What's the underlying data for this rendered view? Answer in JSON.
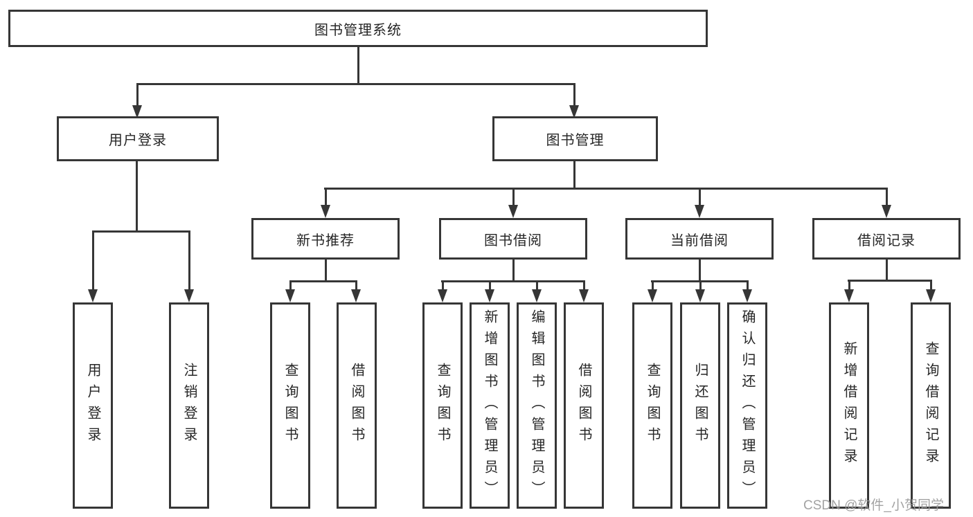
{
  "diagram": {
    "title": "图书管理系统",
    "root": {
      "label": "图书管理系统"
    },
    "level1": [
      {
        "label": "用户登录"
      },
      {
        "label": "图书管理"
      }
    ],
    "level2": [
      {
        "label": "新书推荐",
        "parent": "图书管理"
      },
      {
        "label": "图书借阅",
        "parent": "图书管理"
      },
      {
        "label": "当前借阅",
        "parent": "图书管理"
      },
      {
        "label": "借阅记录",
        "parent": "图书管理"
      }
    ],
    "leaves": [
      {
        "label": "用户登录",
        "parent": "用户登录"
      },
      {
        "label": "注销登录",
        "parent": "用户登录"
      },
      {
        "label": "查询图书",
        "parent": "新书推荐"
      },
      {
        "label": "借阅图书",
        "parent": "新书推荐"
      },
      {
        "label": "查询图书",
        "parent": "图书借阅"
      },
      {
        "label": "新增图书（管理员）",
        "parent": "图书借阅"
      },
      {
        "label": "编辑图书（管理员）",
        "parent": "图书借阅"
      },
      {
        "label": "借阅图书",
        "parent": "图书借阅"
      },
      {
        "label": "查询图书",
        "parent": "当前借阅"
      },
      {
        "label": "归还图书",
        "parent": "当前借阅"
      },
      {
        "label": "确认归还（管理员）",
        "parent": "当前借阅"
      },
      {
        "label": "新增借阅记录",
        "parent": "借阅记录"
      },
      {
        "label": "查询借阅记录",
        "parent": "借阅记录"
      }
    ],
    "watermark": "CSDN @软件_小贺同学",
    "colors": {
      "line": "#363636",
      "text": "#262626",
      "background": "#ffffff",
      "watermark": "#9b9b9b"
    }
  }
}
